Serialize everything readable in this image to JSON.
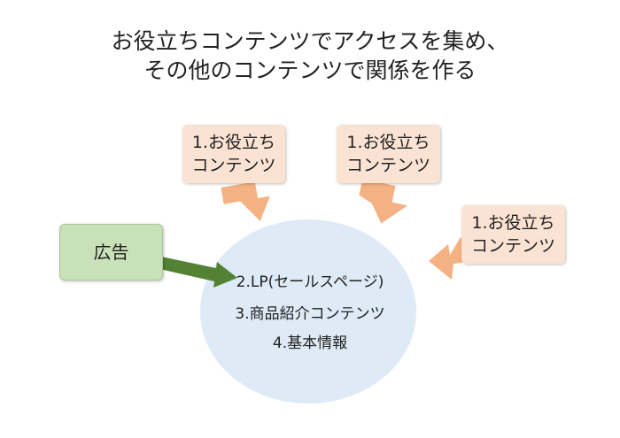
{
  "title": {
    "line1": "お役立ちコンテンツでアクセスを集め、",
    "line2": "その他のコンテンツで関係を作る"
  },
  "callouts": [
    {
      "line1": "1.お役立ち",
      "line2": "コンテンツ"
    },
    {
      "line1": "1.お役立ち",
      "line2": "コンテンツ"
    },
    {
      "line1": "1.お役立ち",
      "line2": "コンテンツ"
    }
  ],
  "ad_box": {
    "label": "広告"
  },
  "circle": {
    "items": [
      "2.LP(セールスページ)",
      "3.商品紹介コンテンツ",
      "4.基本情報"
    ]
  },
  "colors": {
    "callout_fill": "#fbe3d4",
    "callout_arrow": "#f4b183",
    "ad_fill": "#c9e1b8",
    "ad_arrow": "#548235",
    "circle_fill": "#deeaf6"
  }
}
